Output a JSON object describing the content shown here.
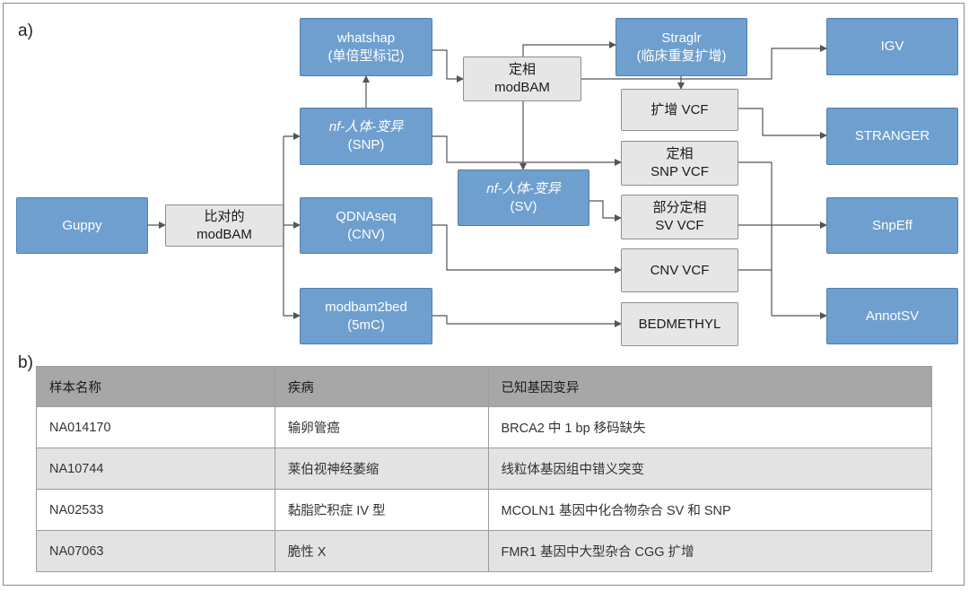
{
  "panels": {
    "a": "a)",
    "b": "b)"
  },
  "nodes": {
    "guppy": "Guppy",
    "align": [
      "比对的",
      "modBAM"
    ],
    "whatshap": [
      "whatshap",
      "(单倍型标记)"
    ],
    "nf_snp": [
      "nf-人体-变异",
      "(SNP)"
    ],
    "qdnaseq": [
      "QDNAseq",
      "(CNV)"
    ],
    "modbam2bed": [
      "modbam2bed",
      "(5mC)"
    ],
    "phased": [
      "定相",
      "modBAM"
    ],
    "nf_sv": [
      "nf-人体-变异",
      "(SV)"
    ],
    "straglr": [
      "Straglr",
      "(临床重复扩增)"
    ],
    "expansion_vcf": "扩增 VCF",
    "phased_snp_vcf": [
      "定相",
      "SNP VCF"
    ],
    "partial_sv_vcf": [
      "部分定相",
      "SV VCF"
    ],
    "cnv_vcf": "CNV VCF",
    "bedmethyl": "BEDMETHYL",
    "igv": "IGV",
    "stranger": "STRANGER",
    "snpeff": "SnpEff",
    "annotsv": "AnnotSV"
  },
  "table": {
    "headers": [
      "样本名称",
      "疾病",
      "已知基因变异"
    ],
    "rows": [
      [
        "NA014170",
        "输卵管癌",
        "BRCA2 中 1 bp 移码缺失"
      ],
      [
        "NA10744",
        "莱伯视神经萎缩",
        "线粒体基因组中错义突变"
      ],
      [
        "NA02533",
        "黏脂贮积症 IV 型",
        "MCOLN1 基因中化合物杂合 SV 和 SNP"
      ],
      [
        "NA07063",
        "脆性 X",
        "FMR1 基因中大型杂合 CGG 扩增"
      ]
    ]
  },
  "colors": {
    "blue_box": "#6e9fcf",
    "gray_box": "#e6e6e6",
    "edge": "#555555"
  }
}
